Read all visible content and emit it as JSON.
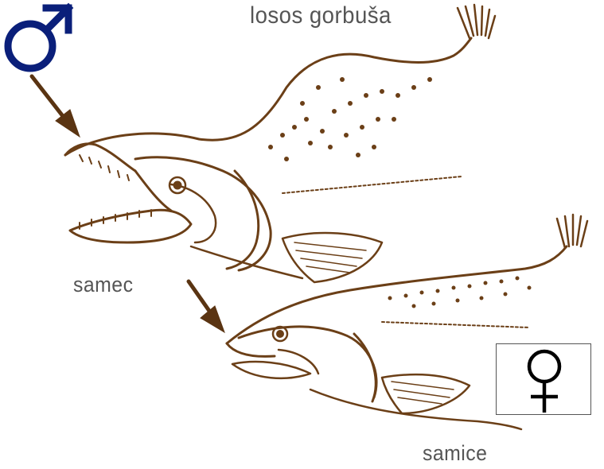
{
  "labels": {
    "title": "losos gorbuša",
    "male": "samec",
    "female": "samice"
  },
  "symbols": {
    "male": {
      "icon": "mars-symbol",
      "color": "#0a1f7a"
    },
    "female": {
      "icon": "venus-symbol",
      "color": "#000000"
    }
  },
  "colors": {
    "ink": "#6b3f17",
    "ink_light": "#9a6a3a",
    "arrow": "#5a3412",
    "text": "#555555"
  }
}
